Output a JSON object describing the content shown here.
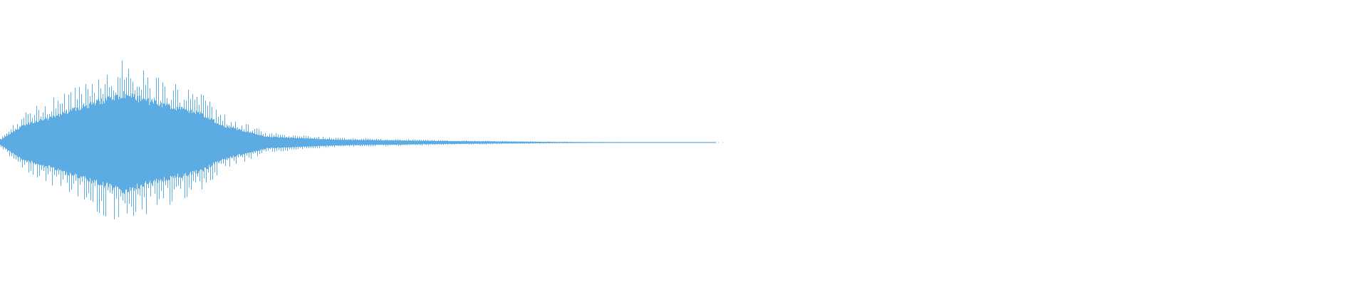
{
  "waveform": {
    "color": "#5dabe3",
    "envelope_description_points": [
      {
        "t": 0.0,
        "amp": 0.05
      },
      {
        "t": 0.02,
        "amp": 0.35
      },
      {
        "t": 0.05,
        "amp": 0.55
      },
      {
        "t": 0.09,
        "amp": 0.85
      },
      {
        "t": 0.11,
        "amp": 1.0
      },
      {
        "t": 0.15,
        "amp": 0.75
      },
      {
        "t": 0.18,
        "amp": 0.6
      },
      {
        "t": 0.2,
        "amp": 0.35
      },
      {
        "t": 0.24,
        "amp": 0.12
      },
      {
        "t": 0.3,
        "amp": 0.06
      },
      {
        "t": 0.4,
        "amp": 0.03
      },
      {
        "t": 0.5,
        "amp": 0.012
      },
      {
        "t": 0.55,
        "amp": 0.006
      },
      {
        "t": 0.6,
        "amp": 0.004
      },
      {
        "t": 0.65,
        "amp": 0.0
      }
    ],
    "trailing_dots": true
  }
}
